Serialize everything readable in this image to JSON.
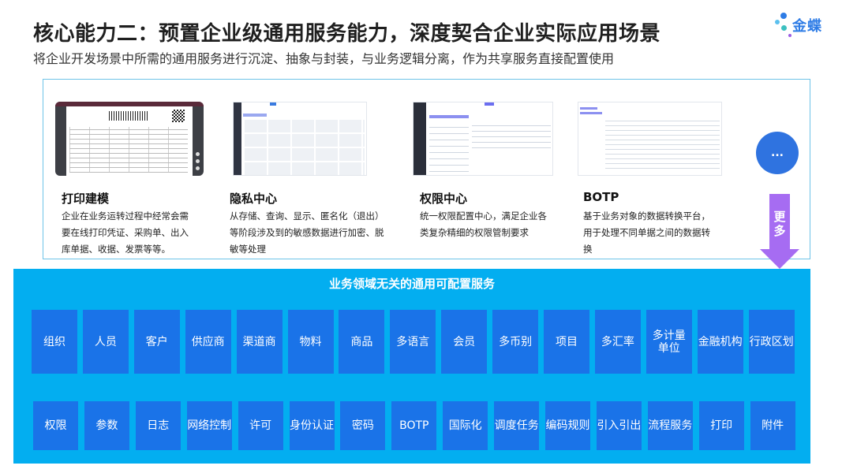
{
  "header": {
    "title": "核心能力二：预置企业级通用服务能力，深度契合企业实际应用场景",
    "subtitle": "将企业开发场景中所需的通用服务进行沉淀、抽象与封装，与业务逻辑分离，作为共享服务直接配置使用",
    "logo_text": "金蝶"
  },
  "cards": [
    {
      "title": "打印建模",
      "desc": "企业在业务运转过程中经常会需要在线打印凭证、采购单、出入库单据、收据、发票等等。"
    },
    {
      "title": "隐私中心",
      "desc": "从存储、查询、显示、匿名化（退出）等阶段涉及到的敏感数据进行加密、脱敏等处理"
    },
    {
      "title": "权限中心",
      "desc": "统一权限配置中心，满足企业各类复杂精细的权限管制要求"
    },
    {
      "title": "BOTP",
      "desc": "基于业务对象的数据转换平台，用于处理不同单据之间的数据转换"
    }
  ],
  "more": {
    "circle_label": "...",
    "arrow_label": "更多"
  },
  "panel": {
    "title": "业务领域无关的通用可配置服务",
    "row1": [
      "组织",
      "人员",
      "客户",
      "供应商",
      "渠道商",
      "物料",
      "商品",
      "多语言",
      "会员",
      "多币别",
      "项目",
      "多汇率",
      "多计量单位",
      "金融机构",
      "行政区划"
    ],
    "row2": [
      "权限",
      "参数",
      "日志",
      "网络控制",
      "许可",
      "身份认证",
      "密码",
      "BOTP",
      "国际化",
      "调度任务",
      "编码规则",
      "引入引出",
      "流程服务",
      "打印",
      "附件"
    ]
  },
  "colors": {
    "panel_bg": "#03aef0",
    "tile_bg": "#1a73e8",
    "accent_purple": "#a66cf2",
    "more_blue": "#2f73e0",
    "border": "#6ec3e8"
  }
}
